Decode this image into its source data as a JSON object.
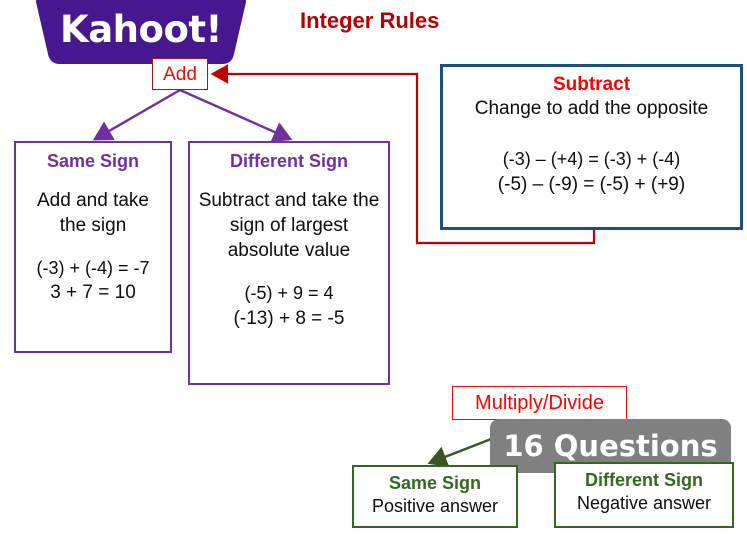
{
  "page": {
    "title": "Integer Rules",
    "title_color": "#b30000",
    "background": "#ffffff"
  },
  "logo": {
    "text": "Kahoot!",
    "shape": "kahoot-banner-trapezoid",
    "brand_color": "#46178F",
    "text_color": "#ffffff"
  },
  "addition": {
    "root": {
      "label": "Add",
      "border_color": "#9e1b13",
      "text_color": "#e8110a"
    },
    "branches": [
      {
        "title": "Same Sign",
        "rule": "Add and take the sign",
        "examples": [
          "(-3) + (-4) = -7",
          "3 + 7 = 10"
        ],
        "accent": "#7030A0"
      },
      {
        "title": "Different Sign",
        "rule": "Subtract and take the sign of largest absolute value",
        "examples": [
          "(-5) + 9 = 4",
          "(-13) + 8 = -5"
        ],
        "accent": "#7030A0"
      }
    ]
  },
  "subtraction": {
    "title": "Subtract",
    "rule": "Change to add the opposite",
    "examples": [
      "(-3) – (+4) = (-3) + (-4)",
      "(-5) – (-9) = (-5) + (+9)"
    ],
    "border_color": "#1F4E79",
    "title_color": "#ff0000"
  },
  "multiply_divide": {
    "root": {
      "label": "Multiply/Divide",
      "border_color": "#e8110a",
      "text_color": "#ff0000"
    },
    "branches": [
      {
        "title": "Same Sign",
        "rule": "Positive answer",
        "accent": "#33691E"
      },
      {
        "title": "Different Sign",
        "rule": "Negative answer",
        "accent": "#33691E"
      }
    ]
  },
  "badge": {
    "label": "16 Questions",
    "background": "#808080",
    "text_color": "#ffffff"
  },
  "connectors": {
    "add_branch_color": "#7030A0",
    "subtract_to_add_color": "#c00000",
    "multiply_branch_color": "#375623"
  }
}
